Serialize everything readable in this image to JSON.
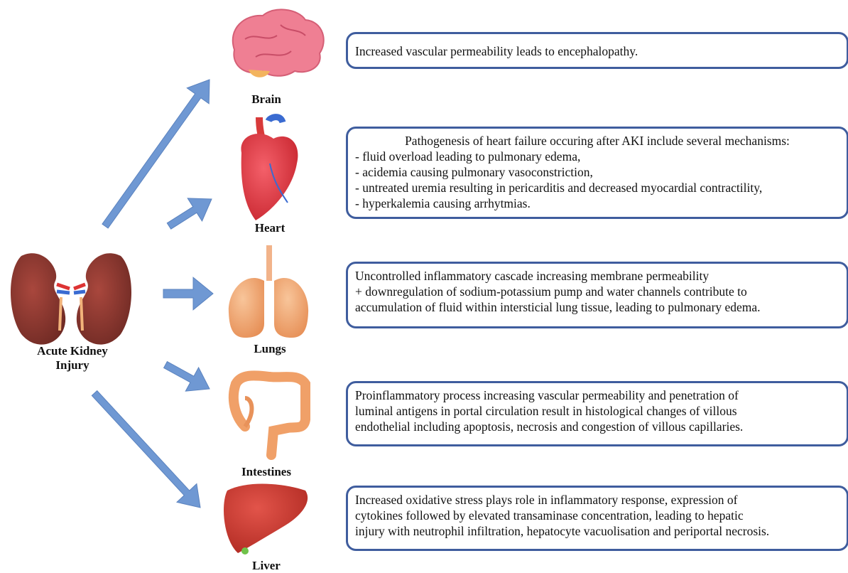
{
  "source": {
    "label_line1": "Acute Kidney",
    "label_line2": "Injury"
  },
  "organs": [
    {
      "name": "Brain",
      "lines": [
        "Increased vascular permeability leads to encephalopathy."
      ]
    },
    {
      "name": "Heart",
      "lines": [
        "Pathogenesis of heart failure occuring after AKI include several mechanisms:",
        "- fluid overload leading to pulmonary edema,",
        "- acidemia causing pulmonary vasoconstriction,",
        "- untreated uremia resulting in pericarditis and decreased myocardial contractility,",
        "- hyperkalemia causing arrhytmias."
      ]
    },
    {
      "name": "Lungs",
      "lines": [
        "Uncontrolled inflammatory cascade increasing membrane permeability",
        "+ downregulation of sodium-potassium pump and water channels contribute to",
        "accumulation of fluid within intersticial lung tissue, leading to pulmonary edema."
      ]
    },
    {
      "name": "Intestines",
      "lines": [
        "Proinflammatory process increasing vascular permeability and penetration of",
        "luminal antigens in portal circulation result in histological changes of villous",
        "endothelial including apoptosis, necrosis and congestion of villous capillaries."
      ]
    },
    {
      "name": "Liver",
      "lines": [
        "Increased oxidative stress plays role in inflammatory response, expression of",
        "cytokines followed by elevated transaminase concentration, leading to hepatic",
        "injury with neutrophil infiltration, hepatocyte vacuolisation and periportal necrosis."
      ]
    }
  ],
  "colors": {
    "arrow": "#6f98d3",
    "box_border": "#3f5d9e",
    "kidney": "#8b3a32",
    "brain": "#ef7f93",
    "heart": "#e6434b",
    "lungs": "#f2a66f",
    "intestines": "#f0a068",
    "liver": "#c8392f"
  }
}
